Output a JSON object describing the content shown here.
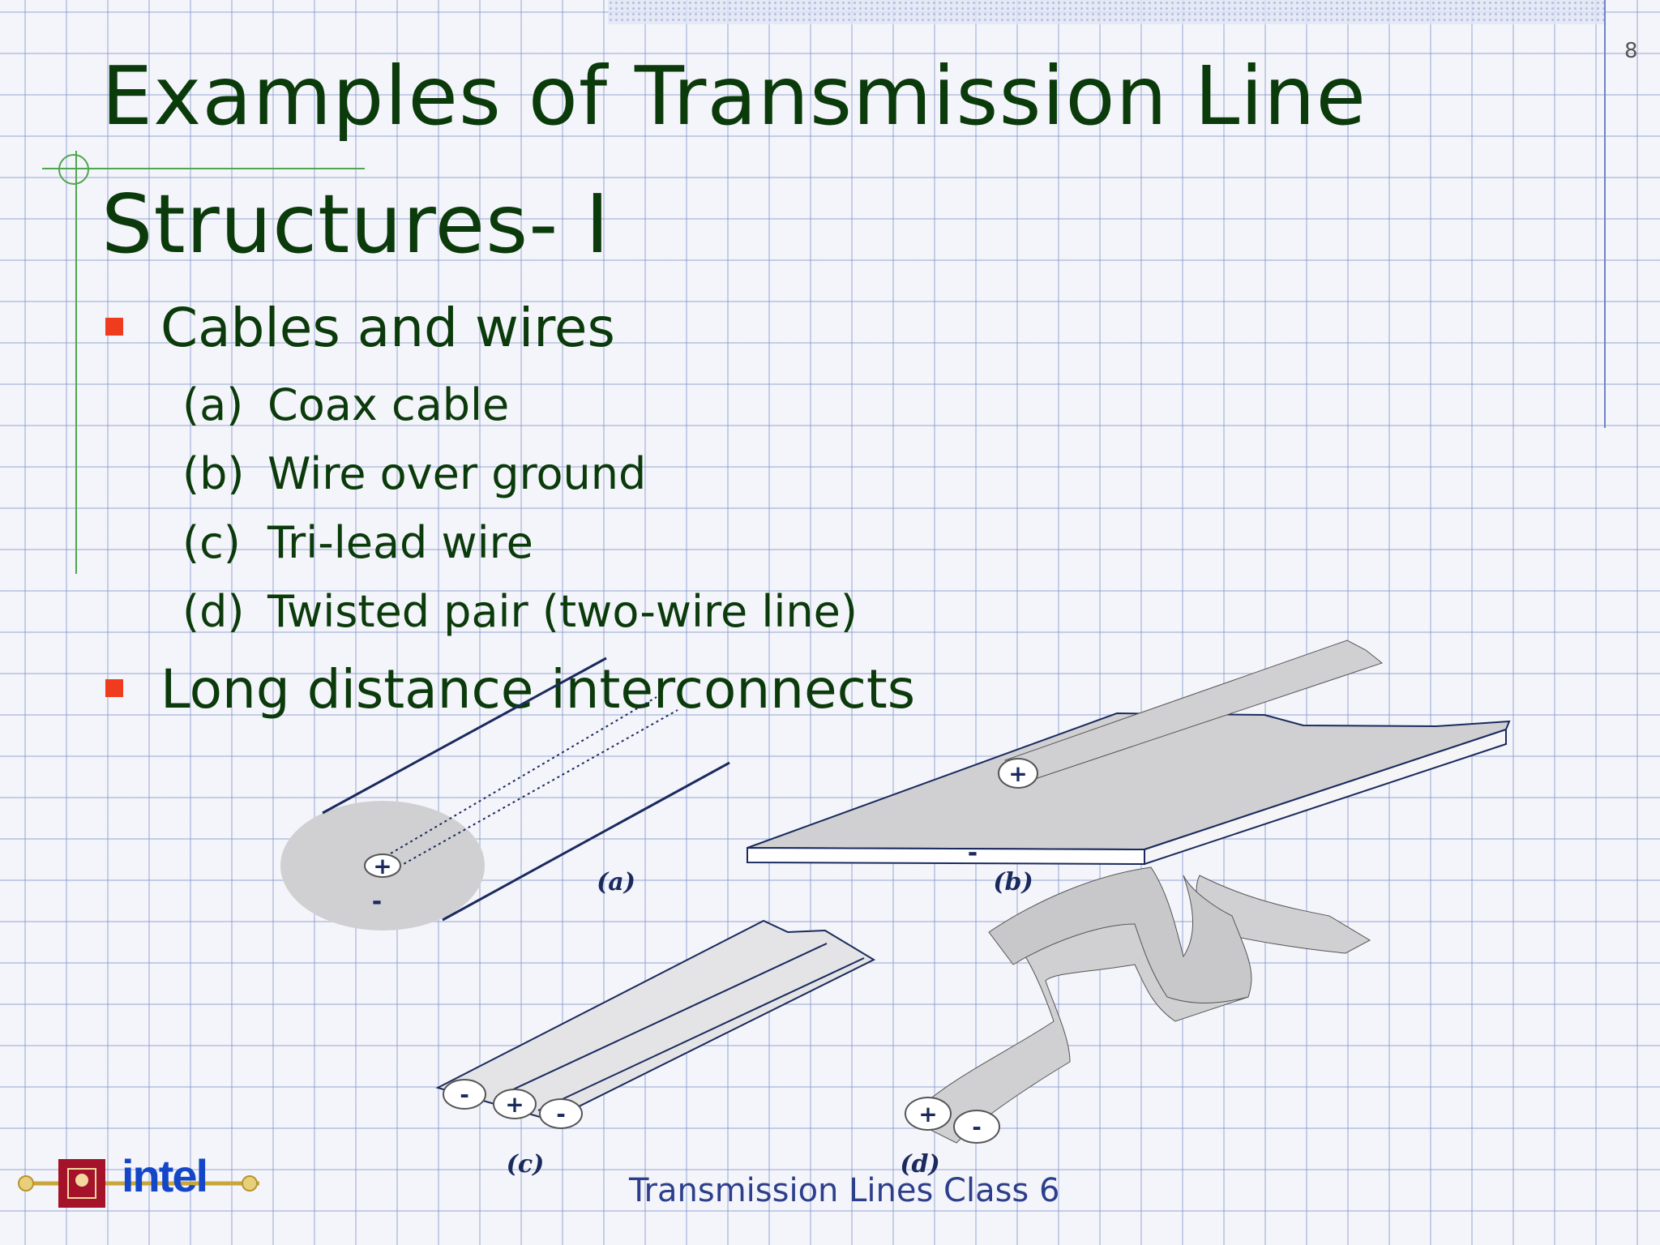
{
  "slide": {
    "number": "8"
  },
  "title": {
    "line1": "Examples of Transmission Line",
    "line2": "Structures- I"
  },
  "bullets": [
    {
      "text": "Cables and wires",
      "items": [
        {
          "letter": "(a)",
          "label": "Coax cable"
        },
        {
          "letter": "(b)",
          "label": "Wire over ground"
        },
        {
          "letter": "(c)",
          "label": "Tri-lead wire"
        },
        {
          "letter": "(d)",
          "label": "Twisted pair (two-wire line)"
        }
      ]
    },
    {
      "text": "Long distance interconnects"
    }
  ],
  "figure": {
    "captions": {
      "a": "(a)",
      "b": "(b)",
      "c": "(c)",
      "d": "(d)"
    },
    "plus": "+",
    "minus": "-"
  },
  "footer": {
    "text": "Transmission Lines  Class  6"
  },
  "logo": {
    "wordmark": "intel"
  },
  "colors": {
    "title": "#0b3a0b",
    "bullet": "#f03c1e",
    "footer": "#2d3f8c",
    "figure_fill": "#d0d0d2",
    "figure_stroke": "#1a2a5e"
  }
}
